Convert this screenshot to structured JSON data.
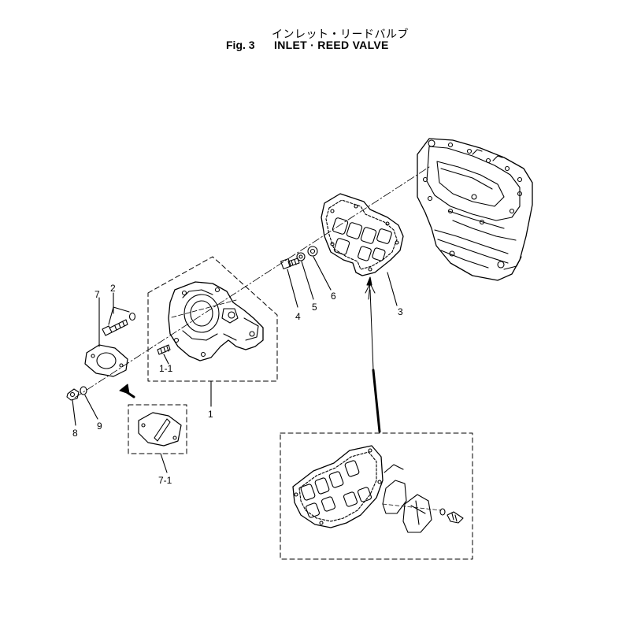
{
  "header": {
    "title_jp": "インレット・リードバルブ",
    "fig_label": "Fig. 3",
    "title_en": "INLET · REED VALVE"
  },
  "callouts": {
    "c1": "1",
    "c1_1": "1-1",
    "c2": "2",
    "c3": "3",
    "c4": "4",
    "c5": "5",
    "c6": "6",
    "c7": "7",
    "c7_1": "7-1",
    "c8": "8",
    "c9": "9"
  },
  "colors": {
    "ink": "#000000",
    "paper": "#ffffff"
  }
}
